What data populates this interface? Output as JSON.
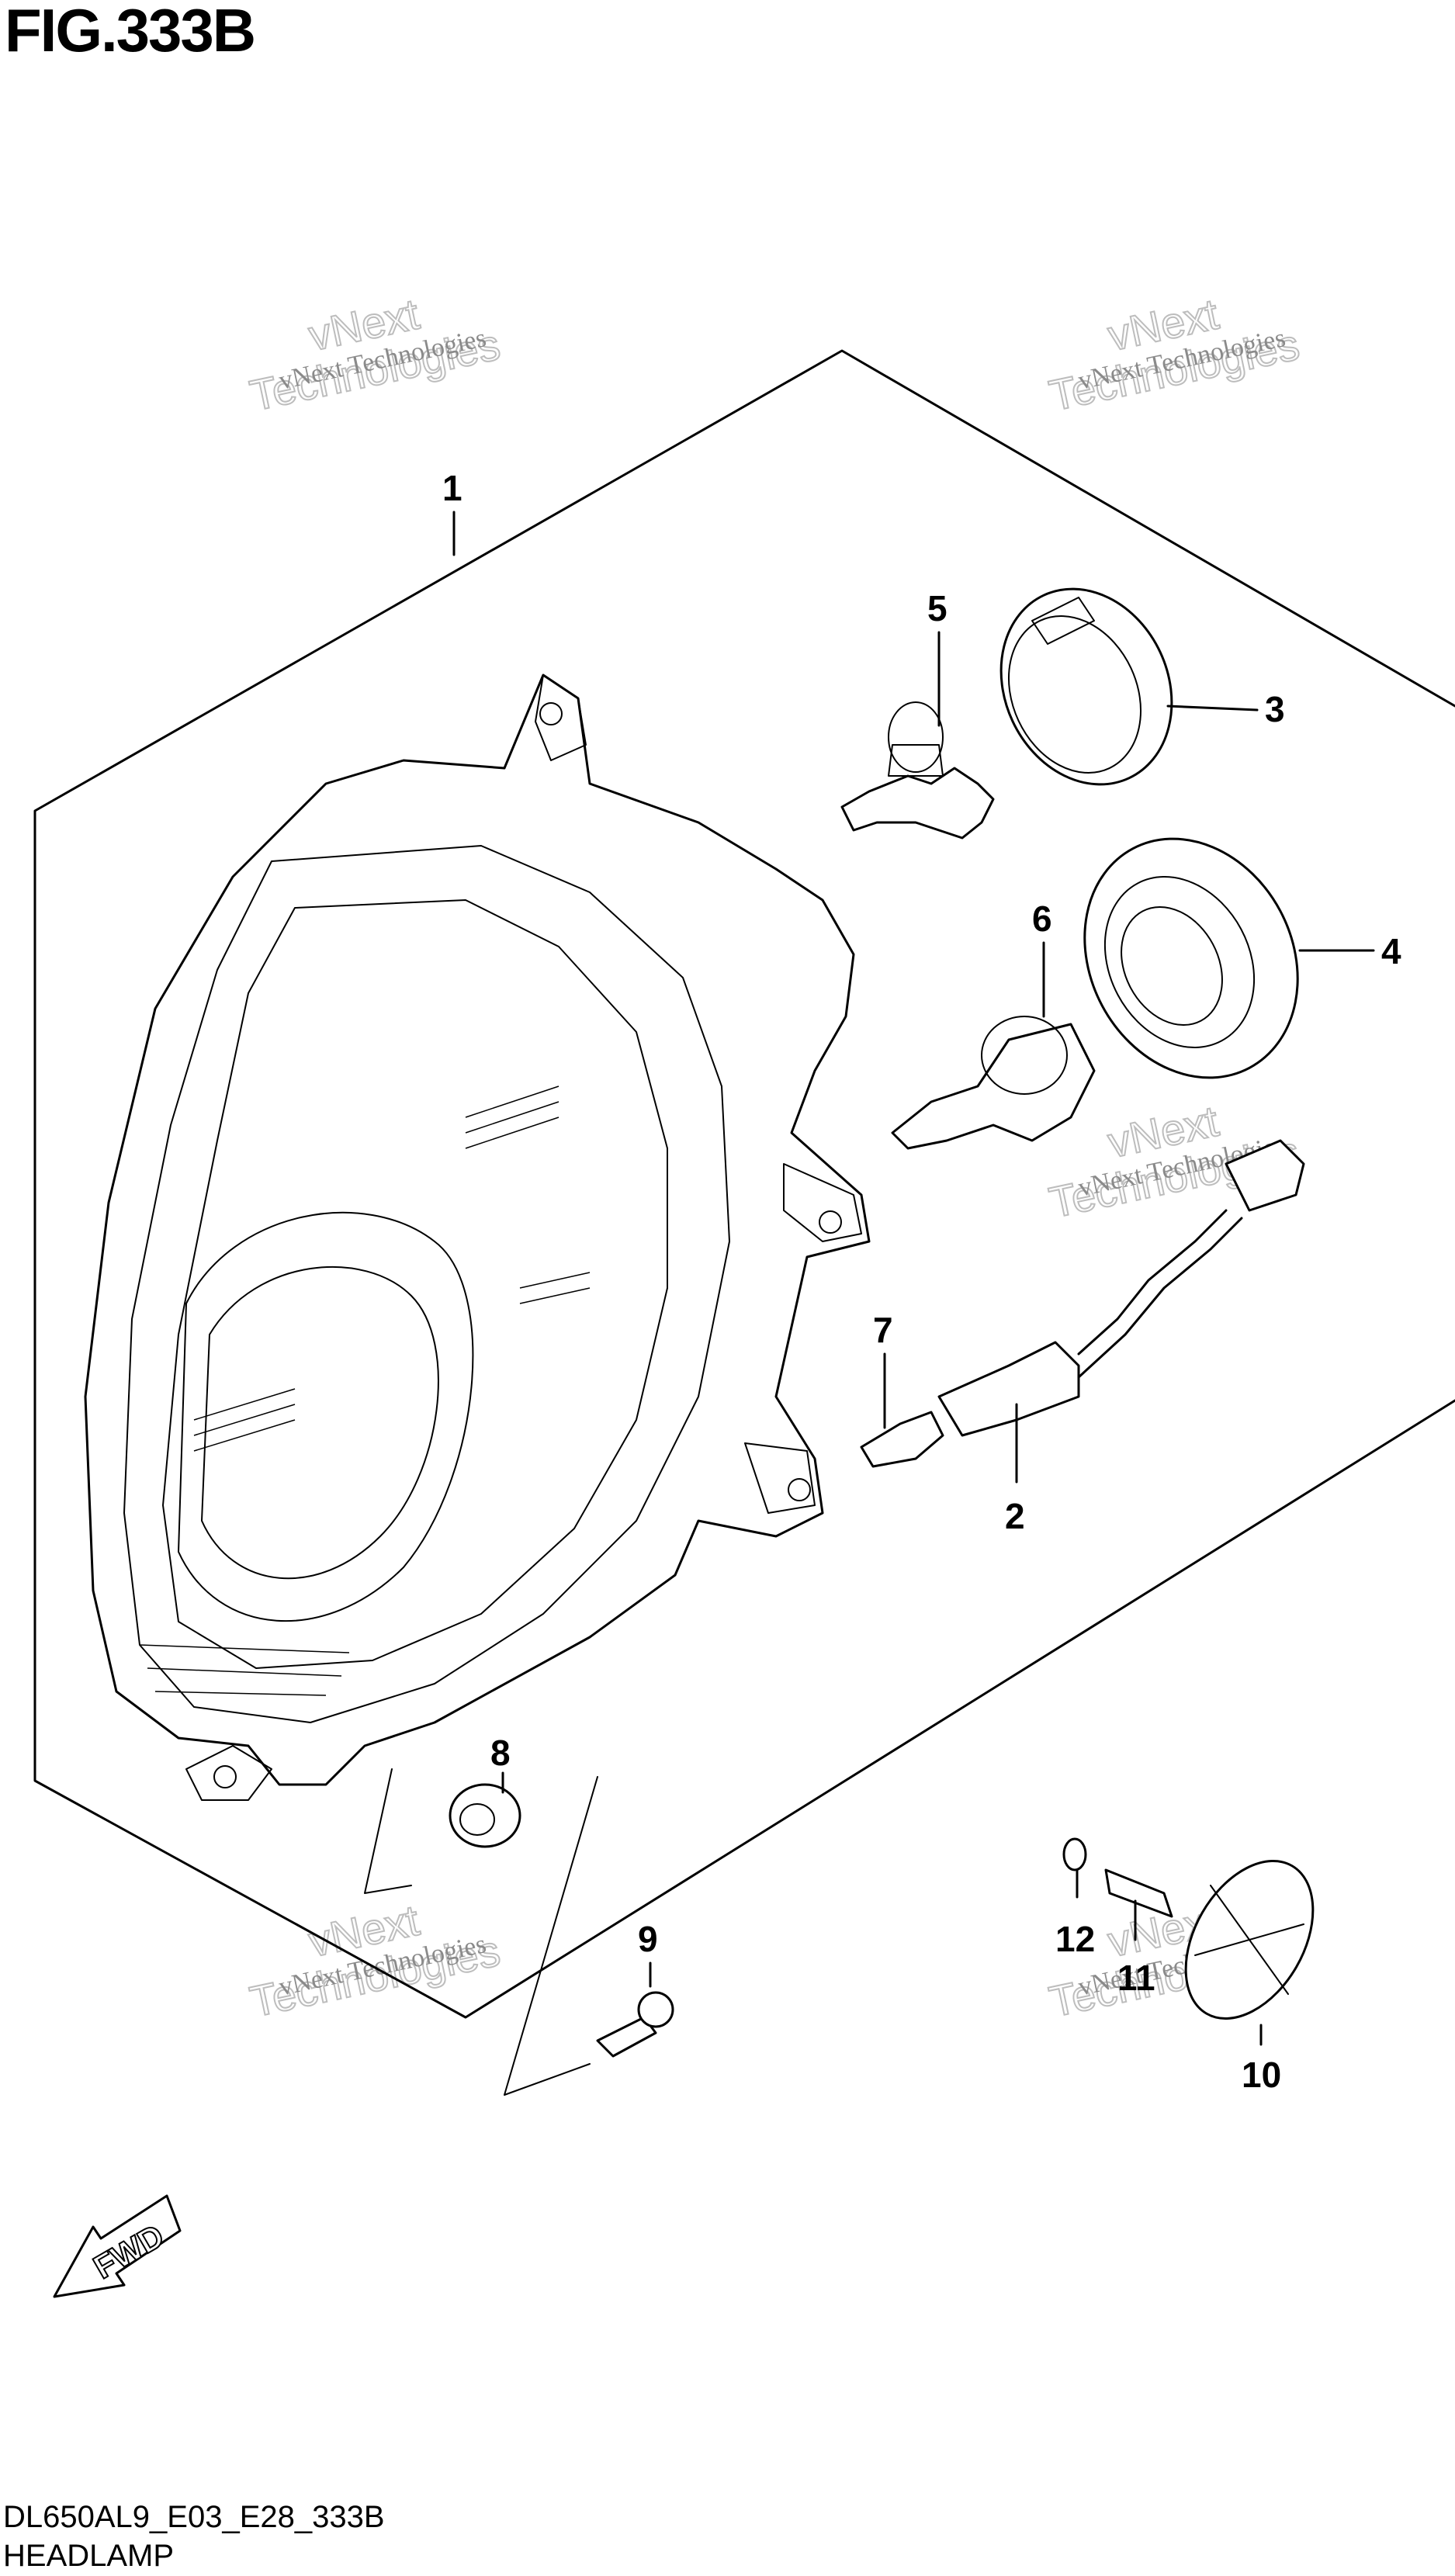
{
  "figure": {
    "title": "FIG.333B",
    "model_code": "DL650AL9_E03_E28_333B",
    "caption": "HEADLAMP"
  },
  "watermark": {
    "line1": "vNext Technologies",
    "line2": "vNext",
    "line3": "Technologies"
  },
  "callouts": {
    "p1": "1",
    "p2": "2",
    "p3": "3",
    "p4": "4",
    "p5": "5",
    "p6": "6",
    "p7": "7",
    "p8": "8",
    "p9": "9",
    "p10": "10",
    "p11": "11",
    "p12": "12"
  },
  "fwd_label": "FWD",
  "icons": [
    "fwd-arrow-icon"
  ]
}
